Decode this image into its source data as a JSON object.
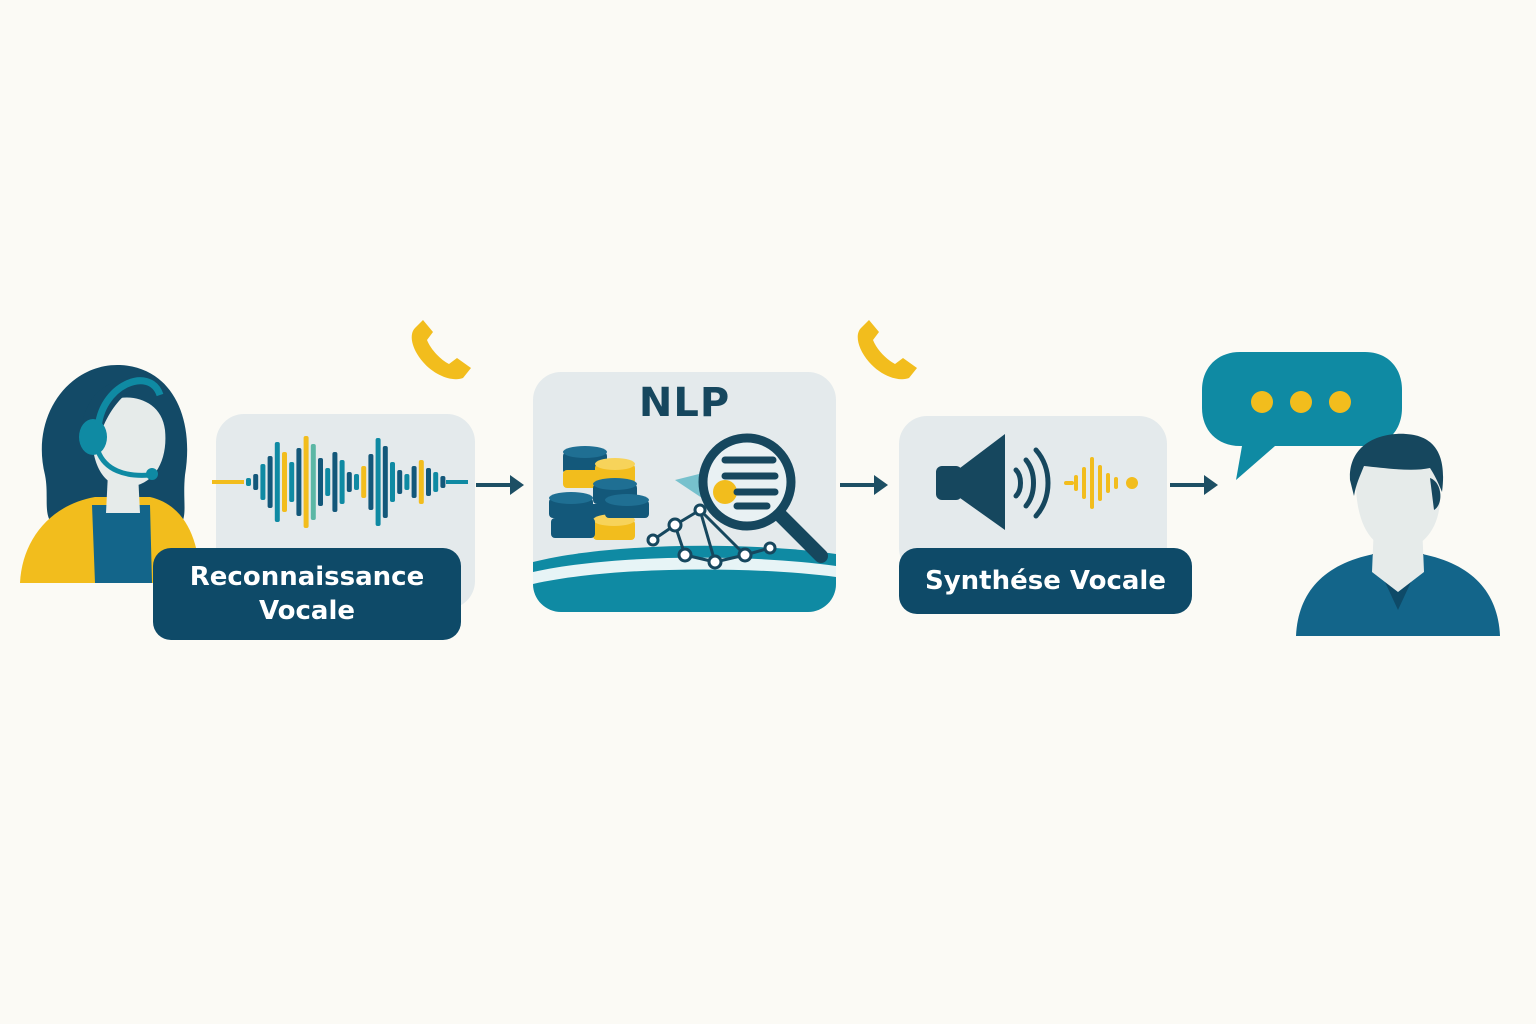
{
  "steps": {
    "speech_recognition": {
      "label_line1": "Reconnaissance",
      "label_line2": "Vocale"
    },
    "nlp": {
      "title": "NLP"
    },
    "speech_synthesis": {
      "label": "Synthése Vocale"
    }
  },
  "icons": {
    "agent": "agent-with-headset-icon",
    "waveform": "audio-waveform-icon",
    "phone_1": "phone-icon",
    "phone_2": "phone-icon",
    "database": "database-stack-icon",
    "search": "magnifying-glass-icon",
    "network": "network-graph-icon",
    "speaker": "speaker-icon",
    "chat": "chat-bubble-icon",
    "user": "user-icon"
  },
  "colors": {
    "navy": "#0e4a68",
    "teal": "#0f8aa3",
    "yellow": "#f2bd1d",
    "panel": "#e4eaec",
    "background": "#fbfaf5"
  }
}
